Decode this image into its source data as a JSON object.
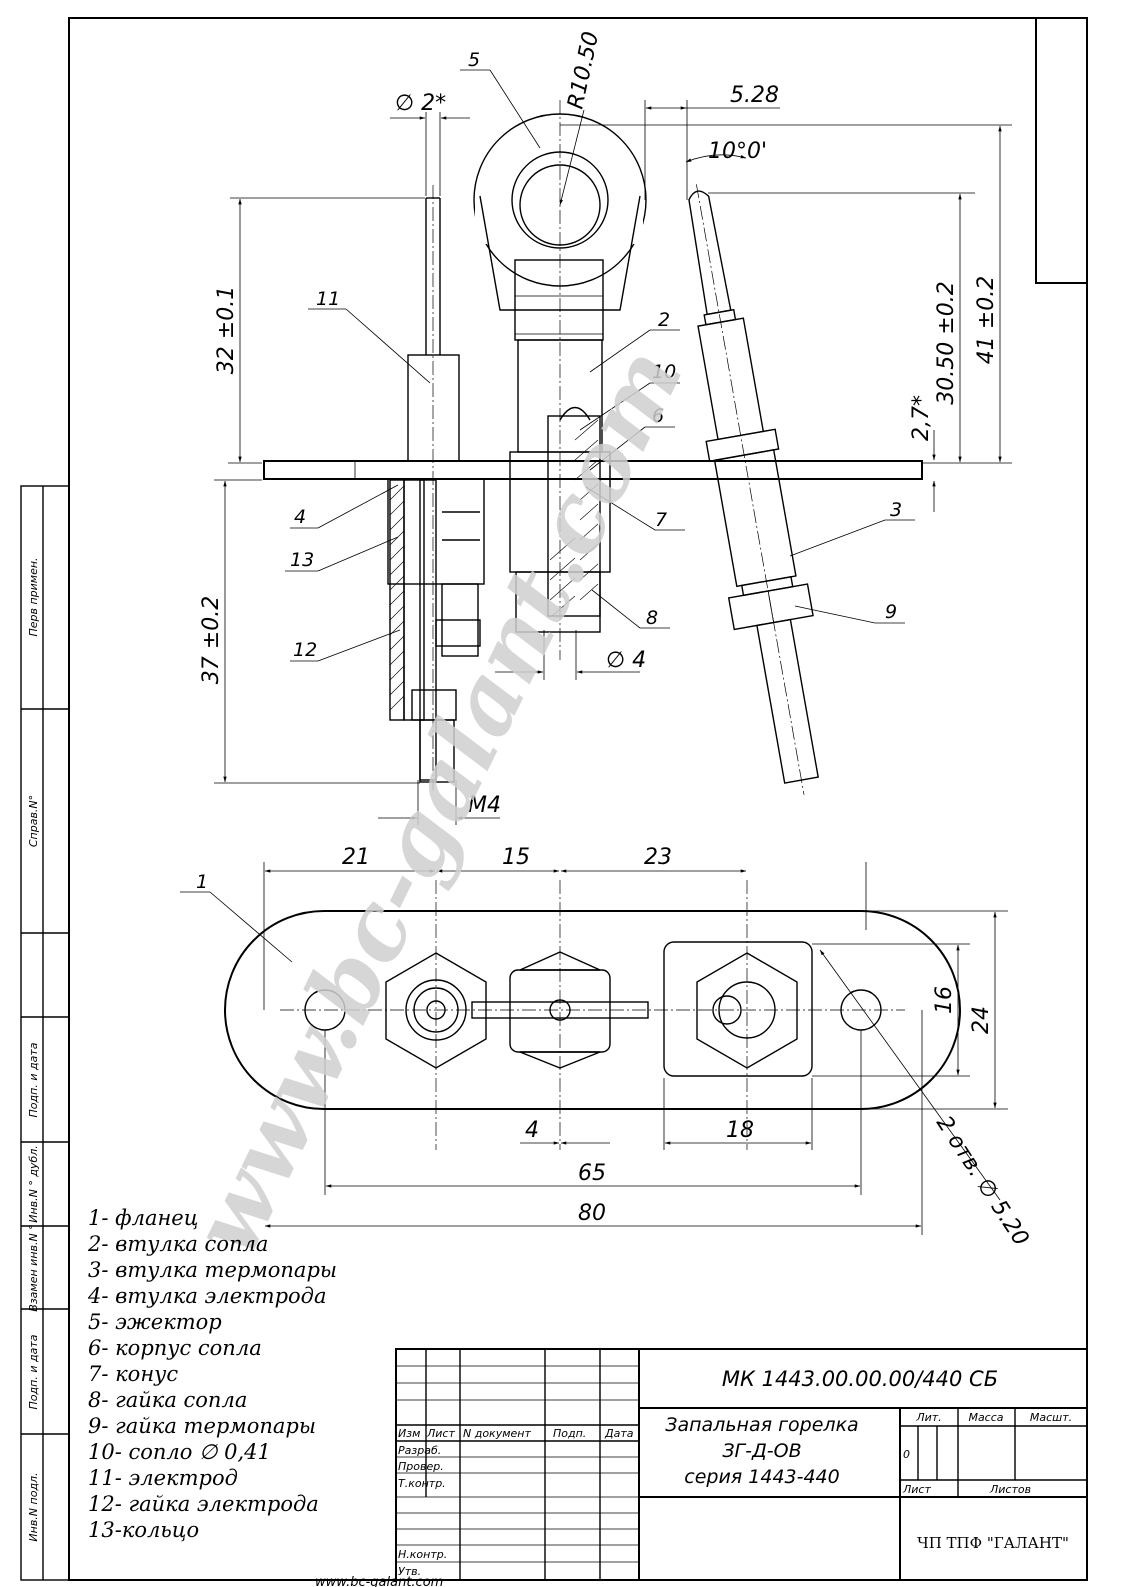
{
  "title_block": {
    "designation": "МК 1443.00.00.00/440 СБ",
    "name_line1": "Запальная горелка",
    "name_line2": "ЗГ-Д-ОВ",
    "name_line3": "серия 1443-440",
    "col_izm": "Изм",
    "col_list": "Лист",
    "col_ndoc": "N документ",
    "col_podp": "Подп.",
    "col_data": "Дата",
    "row_razrab": "Разраб.",
    "row_prover": "Провер.",
    "row_tkontr": "Т.контр.",
    "row_nkontr": "Н.контр.",
    "row_utv": "Утв.",
    "lit": "Лит.",
    "massa": "Масса",
    "masshtab": "Масшт.",
    "lit_value": "0",
    "sheet": "Лист",
    "sheets": "Листов",
    "organization": "ЧП ТПФ \"ГАЛАНТ\""
  },
  "side_stamp": {
    "perv_primen": "Перв примен.",
    "sprav_n": "Справ.N°",
    "podp_data_1": "Подп. и дата",
    "inv_dubl": "Инв.N ° дубл.",
    "vzamen_inv": "Взамен инв.N °",
    "podp_data_2": "Подп. и дата",
    "inv_podl": "Инв.N подл."
  },
  "dimensions": {
    "d_2": "∅ 2*",
    "r_1050": "R10.50",
    "d_528": "5.28",
    "angle_10": "10°0'",
    "d_32": "32 ±0.1",
    "d_3050": "30.50 ±0.2",
    "d_41": "41 ±0.2",
    "d_27": "2,7*",
    "d_37": "37 ±0.2",
    "d_phi4": "∅ 4",
    "d_m4": "M4",
    "d_21": "21",
    "d_15": "15",
    "d_23": "23",
    "d_16": "16",
    "d_24": "24",
    "d_4": "4",
    "d_18": "18",
    "d_65": "65",
    "d_80": "80",
    "holes": "2 отв. ∅ 5.20"
  },
  "leaders": [
    "1",
    "2",
    "3",
    "4",
    "5",
    "6",
    "7",
    "8",
    "9",
    "10",
    "11",
    "12",
    "13"
  ],
  "legend": [
    "1- фланец",
    "2- втулка сопла",
    "3- втулка термопары",
    "4- втулка электрода",
    "5- эжектор",
    "6- корпус сопла",
    "7- конус",
    "8- гайка сопла",
    "9- гайка термопары",
    "10- сопло ∅ 0,41",
    "11- электрод",
    "12- гайка электрода",
    "13-кольцо"
  ],
  "watermark": "www.bc-galant.com",
  "footer_url": "www.bc-galant.com"
}
